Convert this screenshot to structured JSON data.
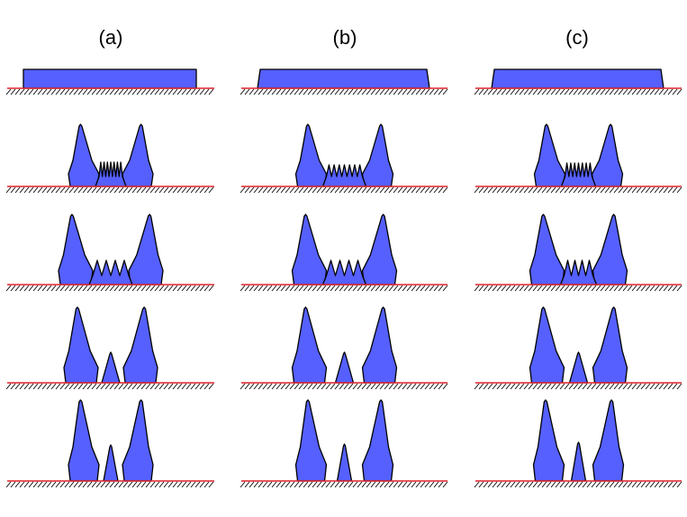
{
  "columns": [
    {
      "label": "(a)"
    },
    {
      "label": "(b)"
    },
    {
      "label": "(c)"
    }
  ],
  "colors": {
    "fill": "#5560ff",
    "outline": "#000000",
    "ground_line": "#e0202a",
    "hatch": "#000000"
  }
}
